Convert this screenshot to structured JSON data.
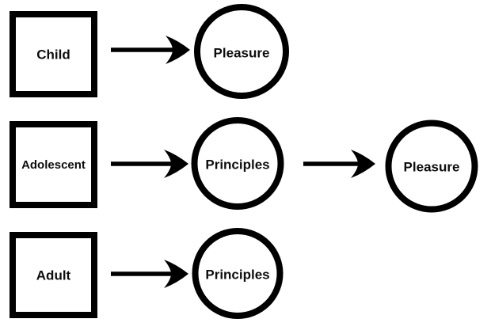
{
  "diagram": {
    "colors": {
      "ink": "#000000",
      "background": "#ffffff",
      "label_text": "#0d0d0d"
    },
    "rows": [
      {
        "stage": "Child",
        "nodes": [
          "Pleasure"
        ]
      },
      {
        "stage": "Adolescent",
        "nodes": [
          "Principles",
          "Pleasure"
        ]
      },
      {
        "stage": "Adult",
        "nodes": [
          "Principles"
        ]
      }
    ]
  }
}
